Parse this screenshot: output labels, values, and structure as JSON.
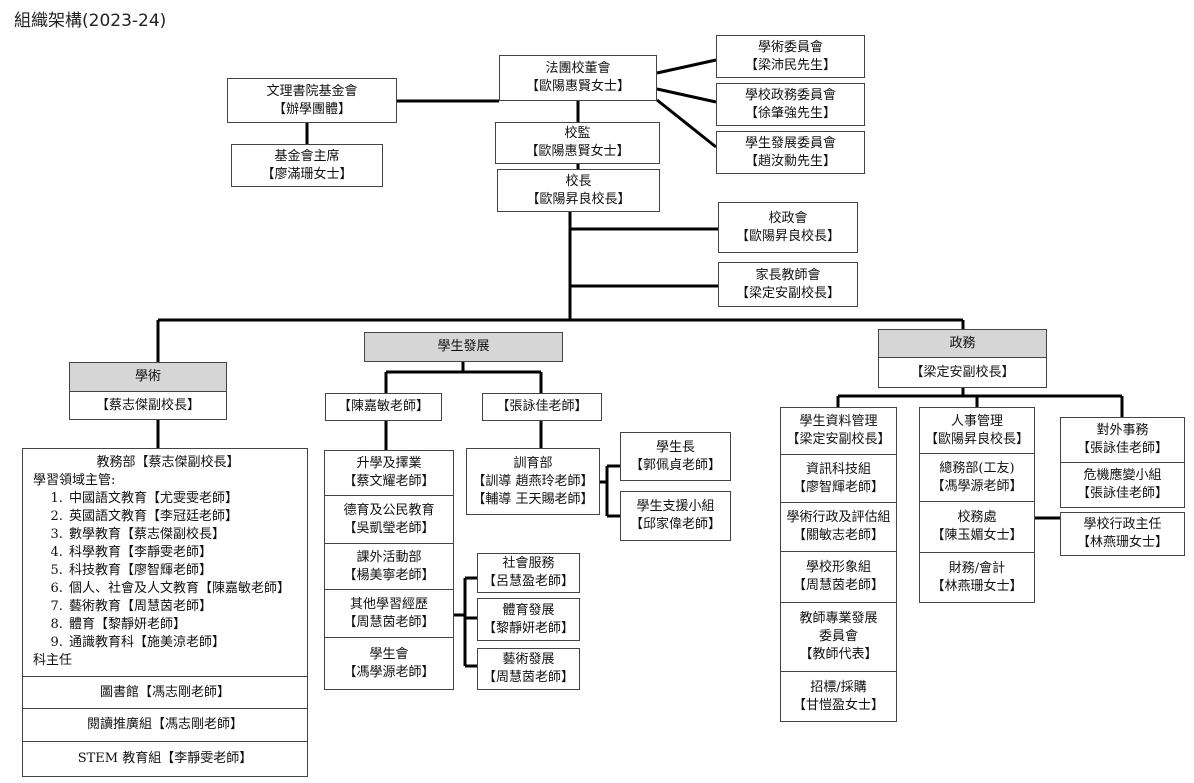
{
  "title": "組織架構(2023-24)",
  "top": {
    "foundation": {
      "name": "文理書院基金會",
      "person": "【辦學團體】"
    },
    "foundation_chair": {
      "name": "基金會主席",
      "person": "【廖滿珊女士】"
    },
    "board": {
      "name": "法團校董會",
      "person": "【歐陽惠賢女士】"
    },
    "supervisor": {
      "name": "校監",
      "person": "【歐陽惠賢女士】"
    },
    "principal": {
      "name": "校長",
      "person": "【歐陽昇良校長】"
    },
    "committees": [
      {
        "name": "學術委員會",
        "person": "【梁沛民先生】"
      },
      {
        "name": "學校政務委員會",
        "person": "【徐肇強先生】"
      },
      {
        "name": "學生發展委員會",
        "person": "【趙汝勳先生】"
      }
    ],
    "school_council": {
      "name": "校政會",
      "person": "【歐陽昇良校長】"
    },
    "pta": {
      "name": "家長教師會",
      "person": "【梁定安副校長】"
    }
  },
  "academic": {
    "header": "學術",
    "head_person": "【蔡志傑副校長】",
    "list_title": "教務部【蔡志傑副校長】",
    "list_subtitle": "學習領域主管:",
    "items": [
      "中國語文教育【尤雯雯老師】",
      "英國語文教育【李冠廷老師】",
      "數學教育【蔡志傑副校長】",
      "科學教育【李靜雯老師】",
      "科技教育【廖智輝老師】",
      "個人、社會及人文教育【陳嘉敏老師】",
      "藝術教育【周慧茵老師】",
      "體育【黎靜妍老師】",
      "通識教育科【施美涼老師】"
    ],
    "list_footer": "科主任",
    "extra": [
      "圖書館【馮志剛老師】",
      "閱讀推廣組【馮志剛老師】",
      "STEM 教育組【李靜雯老師】"
    ]
  },
  "student_dev": {
    "header": "學生發展",
    "leaders": [
      "【陳嘉敏老師】",
      "【張詠佳老師】"
    ],
    "left_column": [
      {
        "name": "升學及擇業",
        "person": "【蔡文耀老師】"
      },
      {
        "name": "德育及公民教育",
        "person": "【吳凱瑩老師】"
      },
      {
        "name": "課外活動部",
        "person": "【楊美寧老師】"
      },
      {
        "name": "其他學習經歷",
        "person": "【周慧茵老師】"
      },
      {
        "name": "學生會",
        "person": "【馮學源老師】"
      }
    ],
    "ole_subs": [
      {
        "name": "社會服務",
        "person": "【呂慧盈老師】"
      },
      {
        "name": "體育發展",
        "person": "【黎靜妍老師】"
      },
      {
        "name": "藝術發展",
        "person": "【周慧茵老師】"
      }
    ],
    "discipline": {
      "name": "訓育部",
      "line1": "【訓導 趙燕玲老師】",
      "line2": "【輔導 王天賜老師】"
    },
    "disc_subs": [
      {
        "name": "學生長",
        "person": "【郭佩貞老師】"
      },
      {
        "name": "學生支援小組",
        "person": "【邱家偉老師】"
      }
    ]
  },
  "admin": {
    "header": "政務",
    "head_person": "【梁定安副校長】",
    "col1": [
      {
        "name": "學生資料管理",
        "person": "【梁定安副校長】"
      },
      {
        "name": "資訊科技組",
        "person": "【廖智輝老師】"
      },
      {
        "name": "學術行政及評估組",
        "person": "【關敏志老師】"
      },
      {
        "name": "學校形象組",
        "person": "【周慧茵老師】"
      },
      {
        "name": "教師專業發展",
        "name2": "委員會",
        "person": "【教師代表】"
      },
      {
        "name": "招標/採購",
        "person": "【甘愷盈女士】"
      }
    ],
    "col2": [
      {
        "name": "人事管理",
        "person": "【歐陽昇良校長】"
      },
      {
        "name": "總務部(工友)",
        "person": "【馮學源老師】"
      },
      {
        "name": "校務處",
        "person": "【陳玉媚女士】"
      },
      {
        "name": "財務/會計",
        "person": "【林燕珊女士】"
      }
    ],
    "col3": [
      {
        "name": "對外事務",
        "person": "【張詠佳老師】"
      },
      {
        "name": "危機應變小組",
        "person": "【張詠佳老師】"
      }
    ],
    "office_sub": {
      "name": "學校行政主任",
      "person": "【林燕珊女士】"
    }
  }
}
